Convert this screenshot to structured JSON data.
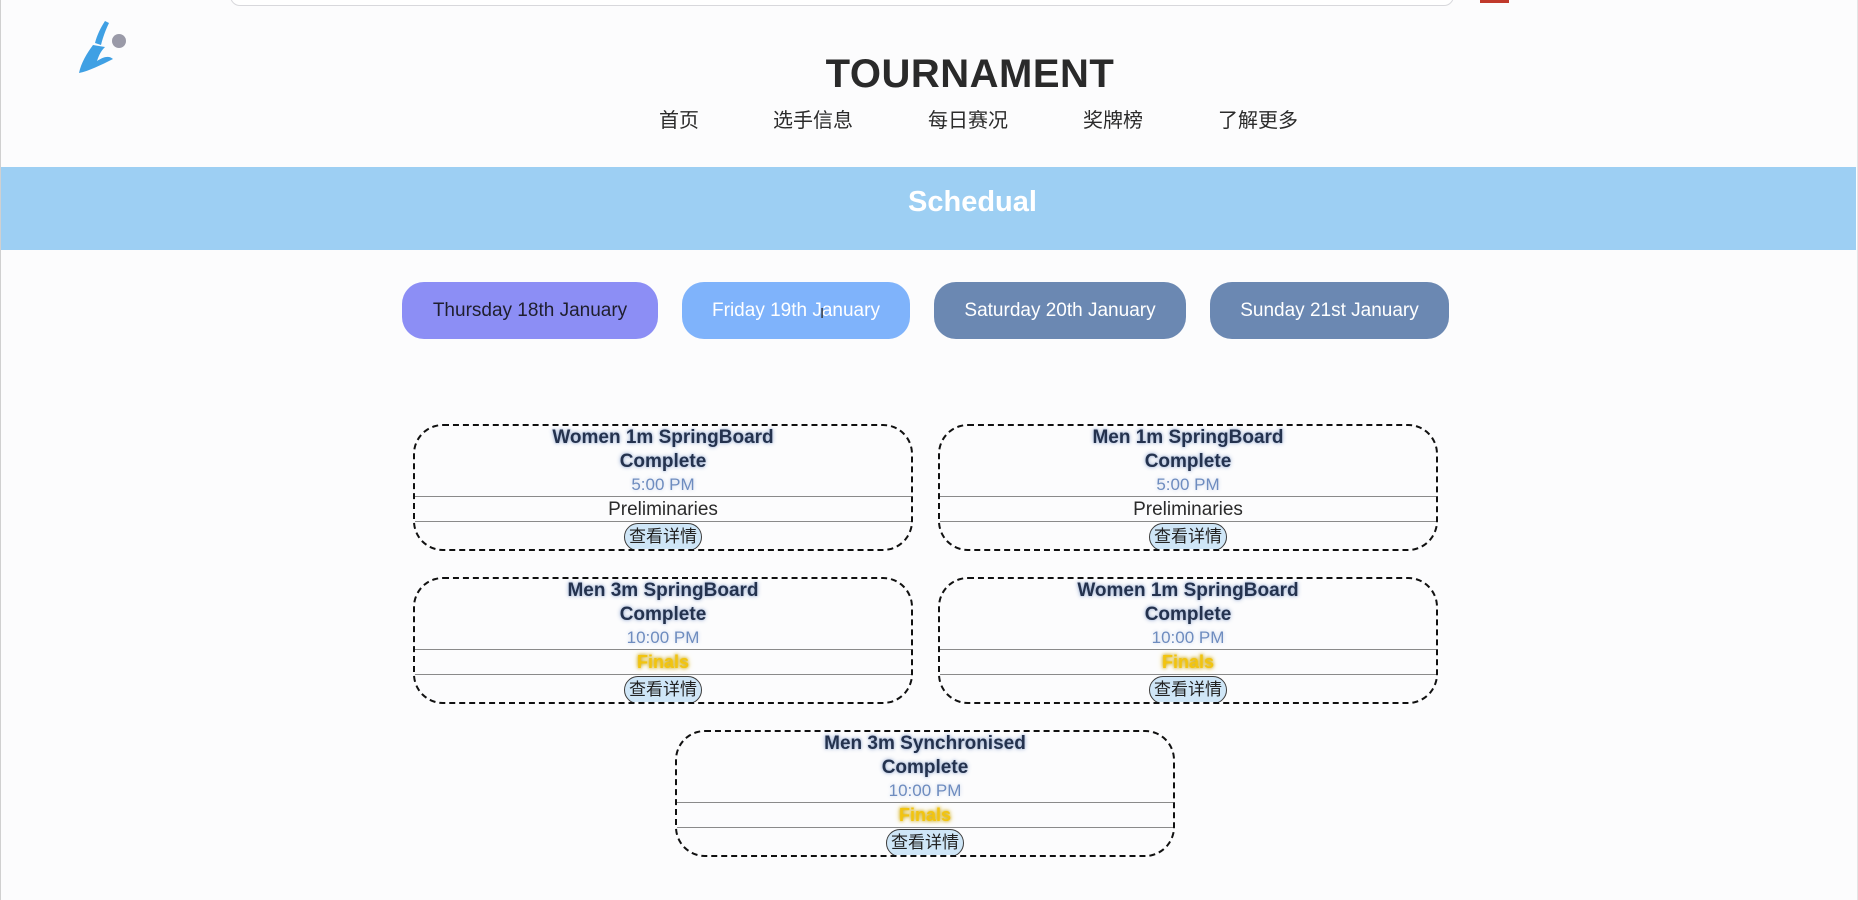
{
  "header": {
    "title": "TOURNAMENT",
    "nav": [
      "首页",
      "选手信息",
      "每日赛况",
      "奖牌榜",
      "了解更多"
    ]
  },
  "banner": {
    "title": "Schedual"
  },
  "dates": [
    {
      "label": "Thursday 18th January",
      "bg": "#8c8ef5",
      "fg": "#1f1f2e"
    },
    {
      "label": "Friday 19th January",
      "bg": "#7fb3fb",
      "fg": "#ffffff"
    },
    {
      "label": "Saturday 20th January",
      "bg": "#6b88b2",
      "fg": "#ffffff"
    },
    {
      "label": "Sunday 21st January",
      "bg": "#6b88b2",
      "fg": "#ffffff"
    }
  ],
  "events": [
    {
      "name": "Women 1m SpringBoard",
      "status": "Complete",
      "time": "5:00 PM",
      "round": "Preliminaries",
      "detail": "查看详情"
    },
    {
      "name": "Men 1m SpringBoard",
      "status": "Complete",
      "time": "5:00 PM",
      "round": "Preliminaries",
      "detail": "查看详情"
    },
    {
      "name": "Men 3m SpringBoard",
      "status": "Complete",
      "time": "10:00 PM",
      "round": "Finals",
      "detail": "查看详情"
    },
    {
      "name": "Women 1m SpringBoard",
      "status": "Complete",
      "time": "10:00 PM",
      "round": "Finals",
      "detail": "查看详情"
    },
    {
      "name": "Men 3m Synchronised",
      "status": "Complete",
      "time": "10:00 PM",
      "round": "Finals",
      "detail": "查看详情"
    }
  ],
  "colors": {
    "banner": "#9dcff3",
    "finals": "#f2c40f",
    "logo_blue": "#3fa0e4",
    "logo_dot": "#9a9aa8"
  }
}
